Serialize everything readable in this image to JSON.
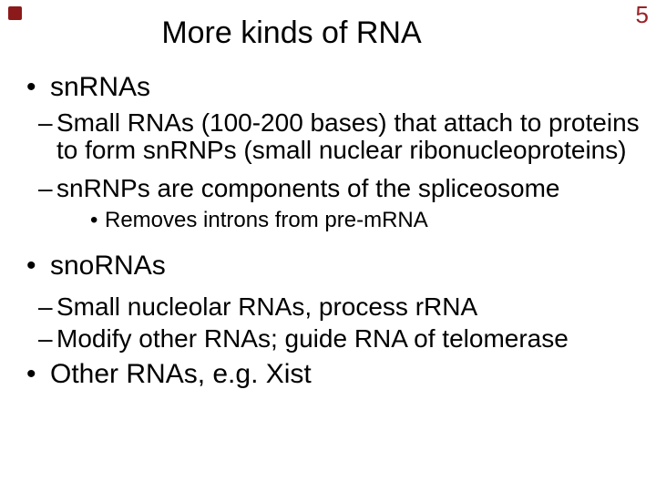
{
  "slide": {
    "number": "5",
    "title": "More kinds of RNA",
    "colors": {
      "accent_red": "#9a2226",
      "square_red": "#8c1a1a",
      "text": "#000000",
      "background": "#ffffff"
    },
    "markers": {
      "bullet_level1": "•",
      "dash_level2": "–",
      "bullet_level3": "•"
    },
    "items": [
      {
        "level": 1,
        "text": "snRNAs"
      },
      {
        "level": 2,
        "lines": [
          "Small RNAs (100-200 bases) that attach to proteins",
          "to form snRNPs (small nuclear ribonucleoproteins)"
        ]
      },
      {
        "level": 2,
        "text": "snRNPs are components of the spliceosome"
      },
      {
        "level": 3,
        "text": "Removes introns from pre-mRNA"
      },
      {
        "level": 1,
        "text": "snoRNAs"
      },
      {
        "level": 2,
        "text": "Small nucleolar RNAs, process rRNA"
      },
      {
        "level": 2,
        "text": "Modify other RNAs; guide RNA of telomerase"
      },
      {
        "level": 1,
        "text": "Other RNAs, e.g. Xist"
      }
    ]
  }
}
